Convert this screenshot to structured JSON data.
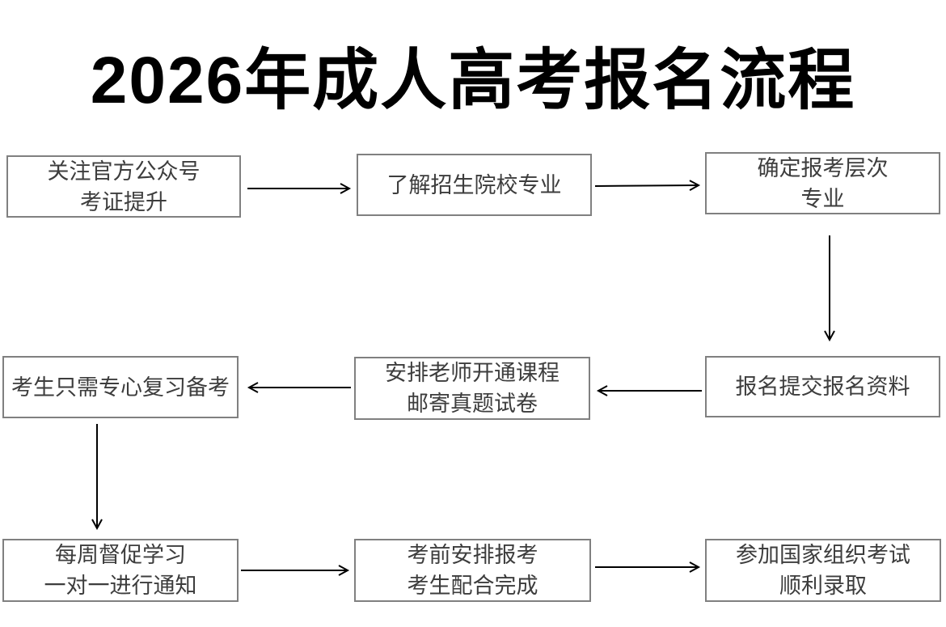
{
  "title": "2026年成人高考报名流程",
  "colors": {
    "background": "#ffffff",
    "title_text": "#000000",
    "box_border": "#808080",
    "box_text": "#3d3d3d",
    "arrow": "#000000"
  },
  "chart_data": {
    "type": "flowchart",
    "nodes": [
      {
        "id": 1,
        "line1": "关注官方公众号",
        "line2": "考证提升"
      },
      {
        "id": 2,
        "line1": "了解招生院校专业",
        "line2": ""
      },
      {
        "id": 3,
        "line1": "确定报考层次",
        "line2": "专业"
      },
      {
        "id": 4,
        "line1": "考生只需专心复习备考",
        "line2": ""
      },
      {
        "id": 5,
        "line1": "安排老师开通课程",
        "line2": "邮寄真题试卷"
      },
      {
        "id": 6,
        "line1": "报名提交报名资料",
        "line2": ""
      },
      {
        "id": 7,
        "line1": "每周督促学习",
        "line2": "一对一进行通知"
      },
      {
        "id": 8,
        "line1": "考前安排报考",
        "line2": "考生配合完成"
      },
      {
        "id": 9,
        "line1": "参加国家组织考试",
        "line2": "顺利录取"
      }
    ],
    "edges": [
      {
        "from": 1,
        "to": 2,
        "direction": "right"
      },
      {
        "from": 2,
        "to": 3,
        "direction": "right"
      },
      {
        "from": 3,
        "to": 6,
        "direction": "down"
      },
      {
        "from": 6,
        "to": 5,
        "direction": "left"
      },
      {
        "from": 5,
        "to": 4,
        "direction": "left"
      },
      {
        "from": 4,
        "to": 7,
        "direction": "down"
      },
      {
        "from": 7,
        "to": 8,
        "direction": "right"
      },
      {
        "from": 8,
        "to": 9,
        "direction": "right"
      }
    ]
  }
}
